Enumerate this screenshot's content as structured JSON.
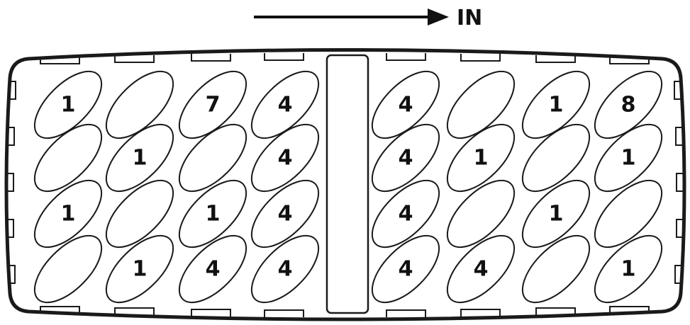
{
  "direction": {
    "label": "IN",
    "arrow_icon": "arrow-right-icon"
  },
  "colors": {
    "stroke": "#1a1a1a",
    "fill": "#ffffff",
    "text": "#111111"
  },
  "left_block": {
    "rows": [
      [
        "1",
        "",
        "7",
        "4"
      ],
      [
        "",
        "1",
        "",
        "4"
      ],
      [
        "1",
        "",
        "1",
        "4"
      ],
      [
        "",
        "1",
        "4",
        "4"
      ]
    ]
  },
  "right_block": {
    "rows": [
      [
        "4",
        "",
        "1",
        "8"
      ],
      [
        "4",
        "1",
        "",
        "1"
      ],
      [
        "4",
        "",
        "1",
        ""
      ],
      [
        "4",
        "4",
        "",
        "1"
      ]
    ]
  }
}
